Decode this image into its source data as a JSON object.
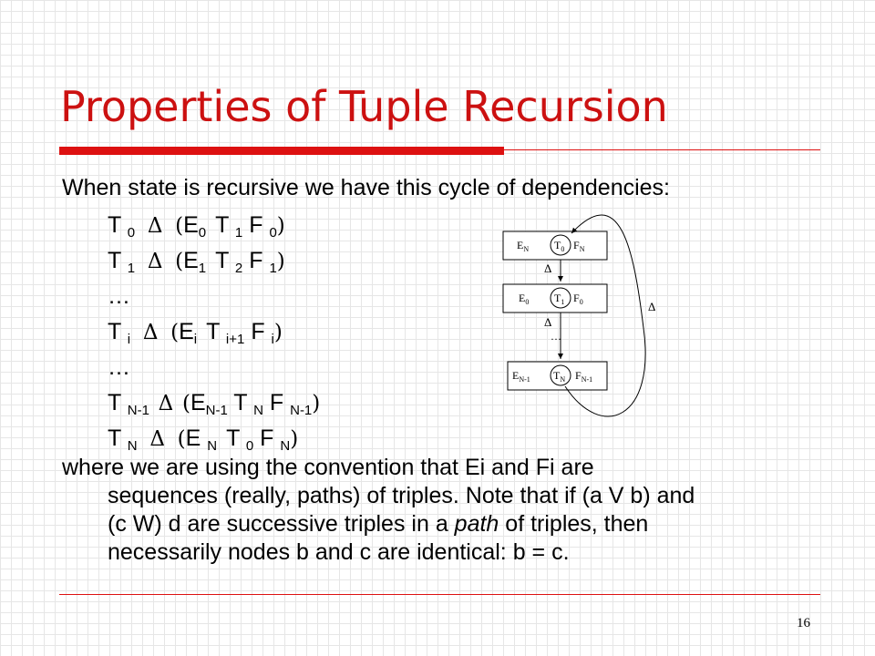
{
  "slide": {
    "title": "Properties of Tuple Recursion",
    "intro": "When state is recursive we have this cycle of dependencies:",
    "page_number": "16"
  },
  "equations": [
    {
      "lhs": "T",
      "lhs_sub": "0",
      "rel": "Δ",
      "open": "(",
      "e": "E",
      "e_sub": "0",
      "t": "T",
      "t_sub": "1",
      "f": "F",
      "f_sub": "0",
      "close": ")"
    },
    {
      "lhs": "T",
      "lhs_sub": "1",
      "rel": "Δ",
      "open": "(",
      "e": "E",
      "e_sub": "1",
      "t": "T",
      "t_sub": "2",
      "f": "F",
      "f_sub": "1",
      "close": ")"
    },
    {
      "ellipsis": "…"
    },
    {
      "lhs": "T",
      "lhs_sub": "i",
      "rel": "Δ",
      "open": "(",
      "e": "E",
      "e_sub": "i",
      "t": "T",
      "t_sub": "i+1",
      "f": "F",
      "f_sub": "i",
      "close": ")"
    },
    {
      "ellipsis": "…"
    },
    {
      "lhs": "T",
      "lhs_sub": "N-1",
      "rel": "Δ",
      "open": "(",
      "e": "E",
      "e_sub": "N-1",
      "t": "T",
      "t_sub": "N",
      "f": "F",
      "f_sub": "N-1",
      "close": ")"
    },
    {
      "lhs": "T",
      "lhs_sub": "N",
      "rel": "Δ",
      "open": "(",
      "e": "E",
      "e_sub": "N",
      "t": "T",
      "t_sub": "0",
      "f": "F",
      "f_sub": "N",
      "close": ")"
    }
  ],
  "where_lines": [
    "where we are using the convention that Ei and Fi are",
    "sequences (really, paths) of triples.  Note that if (a V b) and",
    "(c W) d are successive triples in a ",
    "path",
    " of triples, then",
    "necessarily nodes b and c are identical: b = c."
  ],
  "diagram": {
    "boxes": [
      {
        "e": "E",
        "e_sub": "N",
        "t": "T",
        "t_sub": "0",
        "f": "F",
        "f_sub": "N"
      },
      {
        "e": "E",
        "e_sub": "0",
        "t": "T",
        "t_sub": "1",
        "f": "F",
        "f_sub": "0"
      },
      {
        "e": "E",
        "e_sub": "N-1",
        "t": "T",
        "t_sub": "N",
        "f": "F",
        "f_sub": "N-1"
      }
    ],
    "delta": "Δ",
    "ellipsis": "…"
  }
}
